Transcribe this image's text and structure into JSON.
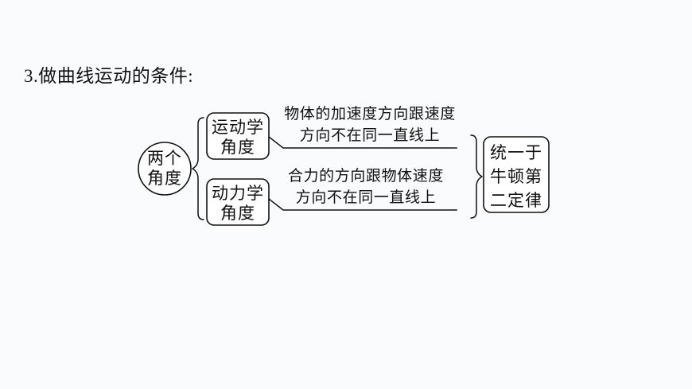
{
  "slide": {
    "background_color": "#fafbfc",
    "ink_color": "#111111",
    "heading": "3.做曲线运动的条件:"
  },
  "diagram": {
    "root": {
      "label_line1": "两个",
      "label_line2": "角度",
      "shape": "ellipse"
    },
    "branches": [
      {
        "box_line1": "运动学",
        "box_line2": "角度",
        "desc_line1": "物体的加速度方向跟速度",
        "desc_line2": "方向不在同一直线上"
      },
      {
        "box_line1": "动力学",
        "box_line2": "角度",
        "desc_line1": "合力的方向跟物体速度",
        "desc_line2": "方向不在同一直线上"
      }
    ],
    "conclusion": {
      "line1": "统一于",
      "line2": "牛顿第",
      "line3": "二定律",
      "shape": "rounded-rect"
    }
  }
}
